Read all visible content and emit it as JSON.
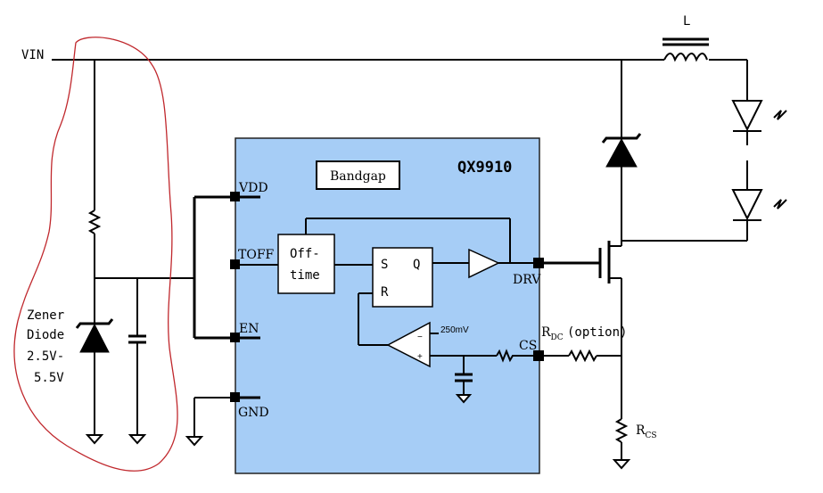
{
  "colors": {
    "chip_fill": "#a6cdf6",
    "chip_border": "#222222",
    "highlight_outline": "#c0282d",
    "wire": "#000000"
  },
  "labels": {
    "vin": "VIN",
    "inductor": "L",
    "chip_name": "QX9910",
    "bandgap": "Bandgap",
    "pin_vdd": "VDD",
    "pin_toff": "TOFF",
    "pin_en": "EN",
    "pin_gnd": "GND",
    "pin_drv": "DRV",
    "pin_cs": "CS",
    "offtime_line1": "Off-",
    "offtime_line2": "time",
    "sr_s": "S",
    "sr_q": "Q",
    "sr_r": "R",
    "ref_250mv": "250mV",
    "comp_minus": "−",
    "comp_plus": "+",
    "rdc_r": "R",
    "rdc_sub": "DC",
    "rdc_note": "(option)",
    "rcs_r": "R",
    "rcs_sub": "CS",
    "zener_1": "Zener",
    "zener_2": "Diode",
    "zener_3": "2.5V-",
    "zener_4": "5.5V"
  }
}
